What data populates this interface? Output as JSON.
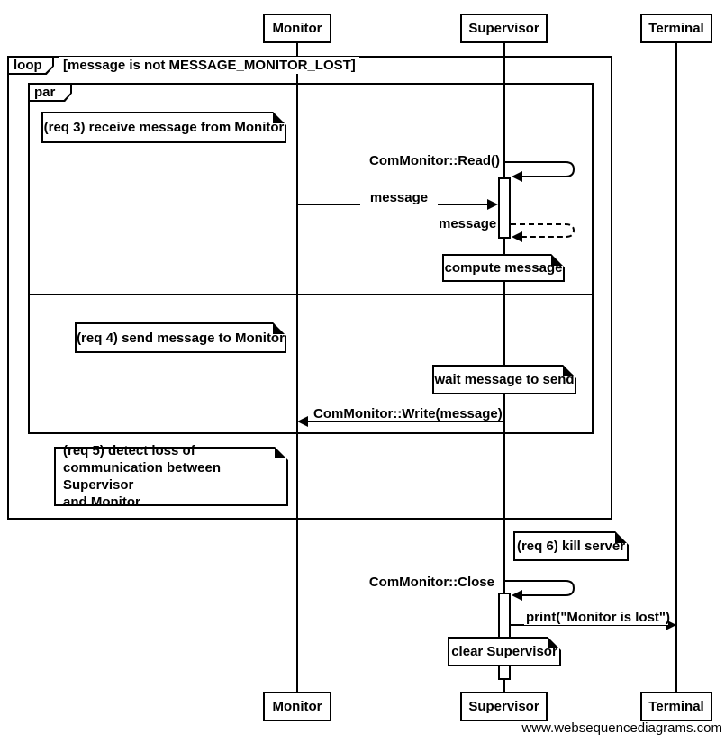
{
  "participants": [
    {
      "id": "monitor",
      "label": "Monitor"
    },
    {
      "id": "supervisor",
      "label": "Supervisor"
    },
    {
      "id": "terminal",
      "label": "Terminal"
    }
  ],
  "frames": {
    "loop": {
      "operator": "loop",
      "condition": "[message is not MESSAGE_MONITOR_LOST]"
    },
    "par": {
      "operator": "par"
    }
  },
  "notes": {
    "req3": "(req 3) receive message from Monitor",
    "compute": "compute message",
    "req4": "(req 4) send message to Monitor",
    "wait": "wait message to send",
    "req5": "(req 5) detect loss of\ncommunication between Supervisor\nand Monitor",
    "req6": "(req 6) kill server",
    "clear": "clear Supervisor"
  },
  "messages": {
    "read": "ComMonitor::Read()",
    "message_in": "message",
    "message_return": "message",
    "write": "ComMonitor::Write(message)",
    "close": "ComMonitor::Close",
    "print": "print(\"Monitor is lost\")"
  },
  "watermark": "www.websequencediagrams.com",
  "colors": {
    "line": "#000000",
    "background": "#ffffff"
  }
}
